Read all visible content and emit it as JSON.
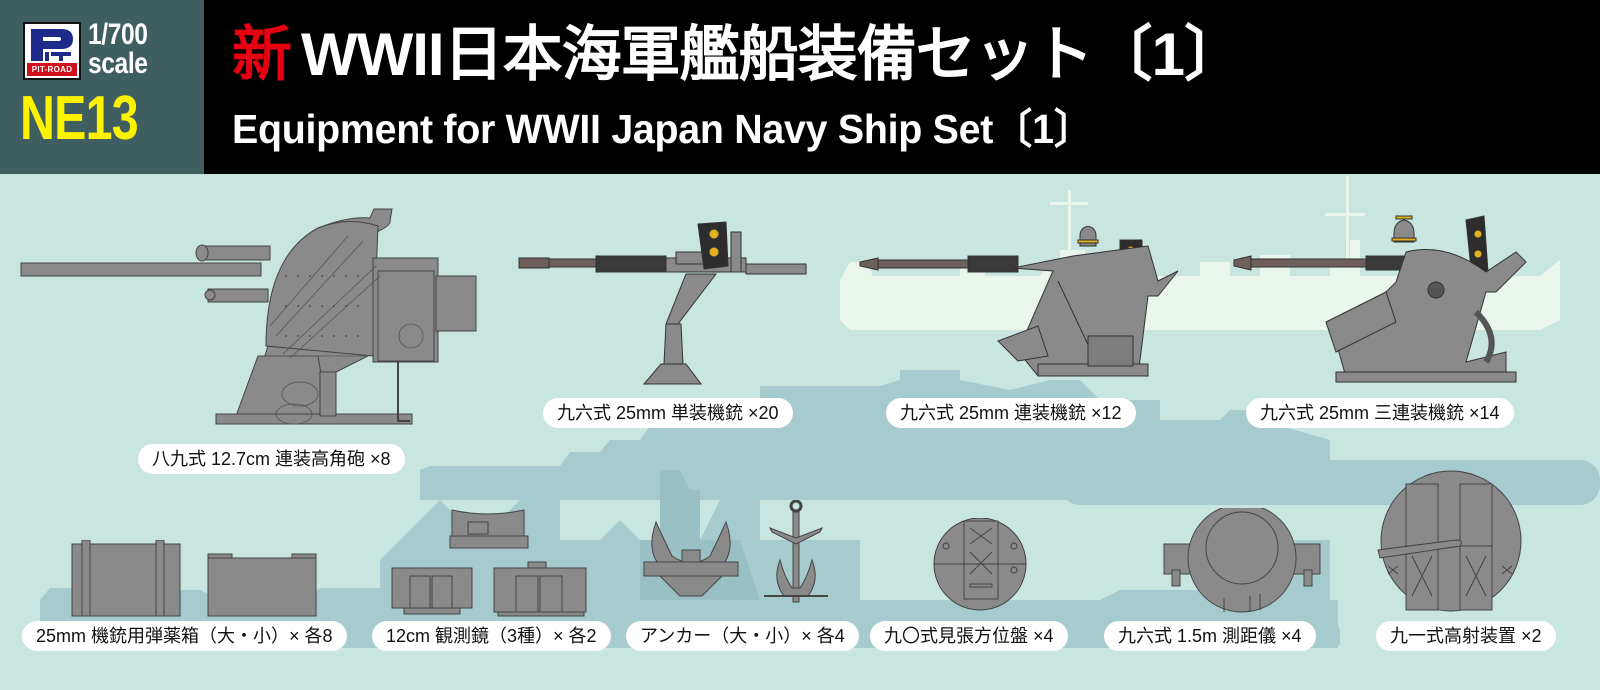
{
  "header": {
    "brand": {
      "logo_text": "PIT-ROAD",
      "scale_line1": "1/700",
      "scale_line2": "scale",
      "product_code": "NE13"
    },
    "title_jp_prefix": "新",
    "title_jp": "WWII日本海軍艦船装備セット〔1〕",
    "title_en": "Equipment for WWII Japan Navy Ship Set〔1〕"
  },
  "colors": {
    "brand_bg": "#3f5e60",
    "title_bg": "#000000",
    "code_yellow": "#fff200",
    "new_red": "#e60012",
    "sea_bg": "#c9e5df",
    "silhouette_dark": "#a6cbcf",
    "silhouette_light": "#eef7ef",
    "part_gray": "#8a8a8a",
    "barrel_brown": "#6e5e5c"
  },
  "items": [
    {
      "id": "type89-127mm",
      "label": "八九式 12.7cm 連装高角砲 ×8",
      "icon": "twin-dual-purpose-gun-icon"
    },
    {
      "id": "type96-25mm-single",
      "label": "九六式 25mm 単装機銃 ×20",
      "icon": "single-aa-gun-icon"
    },
    {
      "id": "type96-25mm-twin",
      "label": "九六式 25mm 連装機銃 ×12",
      "icon": "twin-aa-gun-icon"
    },
    {
      "id": "type96-25mm-triple",
      "label": "九六式 25mm 三連装機銃 ×14",
      "icon": "triple-aa-gun-icon"
    },
    {
      "id": "ammo-box",
      "label": "25mm 機銃用弾薬箱（大・小）× 各8",
      "icon": "ammo-box-icon"
    },
    {
      "id": "binocular",
      "label": "12cm 観測鏡（3種）× 各2",
      "icon": "binocular-mount-icon"
    },
    {
      "id": "anchor",
      "label": "アンカー（大・小）× 各4",
      "icon": "anchor-icon"
    },
    {
      "id": "type90-director",
      "label": "九〇式見張方位盤 ×4",
      "icon": "lookout-director-icon"
    },
    {
      "id": "type96-rangefinder",
      "label": "九六式 1.5m 測距儀 ×4",
      "icon": "rangefinder-icon"
    },
    {
      "id": "type91-director",
      "label": "九一式高射装置 ×2",
      "icon": "aa-director-icon"
    }
  ]
}
